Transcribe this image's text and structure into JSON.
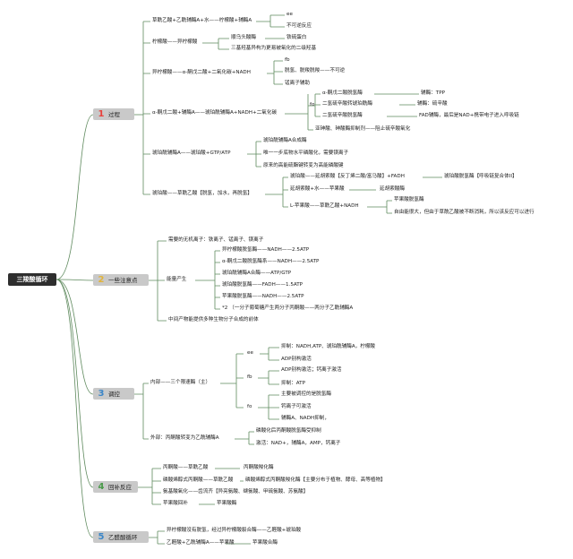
{
  "root": "三羧酸循环",
  "colors": {
    "n1": "#e8413c",
    "n2": "#e2b43a",
    "n3": "#3b86c8",
    "n4": "#4a9a4a",
    "n5": "#3b86c8",
    "line": "#5f8a5e"
  },
  "sections": [
    {
      "num": "1",
      "label": "过程"
    },
    {
      "num": "2",
      "label": "一些注意点"
    },
    {
      "num": "3",
      "label": "调控"
    },
    {
      "num": "4",
      "label": "回补反应"
    },
    {
      "num": "5",
      "label": "乙醛酸循环"
    }
  ],
  "s1": {
    "n1": "草酰乙酸+乙酰辅酶A+水——柠檬酸+辅酶A",
    "n1a": "ee",
    "n1b": "不可逆反应",
    "n2": "柠檬酸——异柠檬酸",
    "n2a": "顺乌头酸酶",
    "n2b": "铁硫蛋白",
    "n2c": "三基羟基异构为更易被氧化的二级羟基",
    "n3": "异柠檬酸——α-酮戊二酸+二氧化碳+NADH",
    "n3a": "fb",
    "n3b": "脱氢、脱羧脱羧——不可逆",
    "n3c": "锰离子辅助",
    "n4": "α-酮戊二酸+辅酶A——琥珀酰辅酶A+NADH+二氧化碳",
    "n4a": "fo",
    "n4b": "α-酮戊二酸脱氢酶",
    "n4b2": "辅酶：TPP",
    "n4c": "二氢硫辛酸转琥珀酰酶",
    "n4c2": "辅酶：硫辛酸",
    "n4d": "二氢硫辛酸脱氢酶",
    "n4d2": "FAD辅酶，最后是NAD+携带电子进入呼吸链",
    "n4e": "亚砷酸、砷酸酶抑制剂——阻止硫辛酸氧化",
    "n5": "琥珀酰辅酶A——琥珀酸+GTP/ATP",
    "n5a": "琥珀酰辅酶A合成酶",
    "n5b": "唯一一步底物水平磷酸化，需要镁离子",
    "n5c": "原来的高能硫酯键转变为高能磷酸键",
    "n6": "琥珀酸——草酰乙酸【脱氢，加水，再脱氢】",
    "n6a": "琥珀酸——延胡索酸【反丁烯二酸/富马酸】+FADH",
    "n6a2": "琥珀酸脱氢酶【呼吸链复合体II】",
    "n6b": "延胡索酸+水——苹果酸",
    "n6b2": "延胡索酸酶",
    "n6c": "L-苹果酸——草酰乙酸+NADH",
    "n6c2": "苹果酸脱氢酶",
    "n6c3": "自由能很大，但由于草酰乙酸被不断消耗，所以该反应可以进行"
  },
  "s2": {
    "a": "需要的无机离子：铁离子、锰离子、镁离子",
    "b": "能量产生",
    "b1": "异柠檬酸脱氢酶——NADH——2.5ATP",
    "b2": "α-酮戊二酸脱氢酶系——NADH——2.5ATP",
    "b3": "琥珀酰辅酶A合酶——ATP/GTP",
    "b4": "琥珀酸脱氢酶——FADH——1.5ATP",
    "b5": "苹果酸脱氢酶——NADH——2.5ATP",
    "b6": "*2 （一分子葡萄糖产生两分子丙酮酸——两分子乙酰辅酶A",
    "c": "中间产物能提供多种生物分子合成的前体"
  },
  "s3": {
    "inner": "内部——三个限速酶（主）",
    "ee": "ee",
    "ee1": "抑制：NADH,ATP、琥珀酰辅酶A，柠檬酸",
    "ee2": "ADP别构激活",
    "fb": "fb",
    "fb1": "ADP别构激活；钙离子激活",
    "fb2": "抑制：ATP",
    "fo": "fo",
    "fo1": "主要被调控的是脱氢酶",
    "fo2": "钙离子可激活",
    "fo3": "辅酶A、NADH抑制，",
    "outer": "外部：丙酮酸转变为乙酰辅酶A",
    "outer1": "磷酸化后丙酮酸脱氢酶受抑制",
    "outer2": "激活：NAD+，辅酶A，AMP，钙离子"
  },
  "s4": {
    "a": "丙酮酸——草酰乙酸",
    "a2": "丙酮酸羧化酶",
    "b": "磷酸烯醇式丙酮酸——草酰乙酸",
    "b2": "磷酸烯醇式丙酮酸羧化酶【主要分布于植物、酵母、高等植物】",
    "c": "氨基酸氧化——齿流齐【异亮氨酸、缬氨酸、甲硫氨酸、苏氨酸】",
    "d": "苹果酸回补",
    "d2": "苹果酸酶"
  },
  "s5": {
    "a": "异柠檬酸没有脱氢，经过异柠檬酸裂合酶——乙醛酸+琥珀酸",
    "b": "乙醛酸+乙酰辅酶A——苹果酸",
    "b2": "苹果酸合酶"
  }
}
